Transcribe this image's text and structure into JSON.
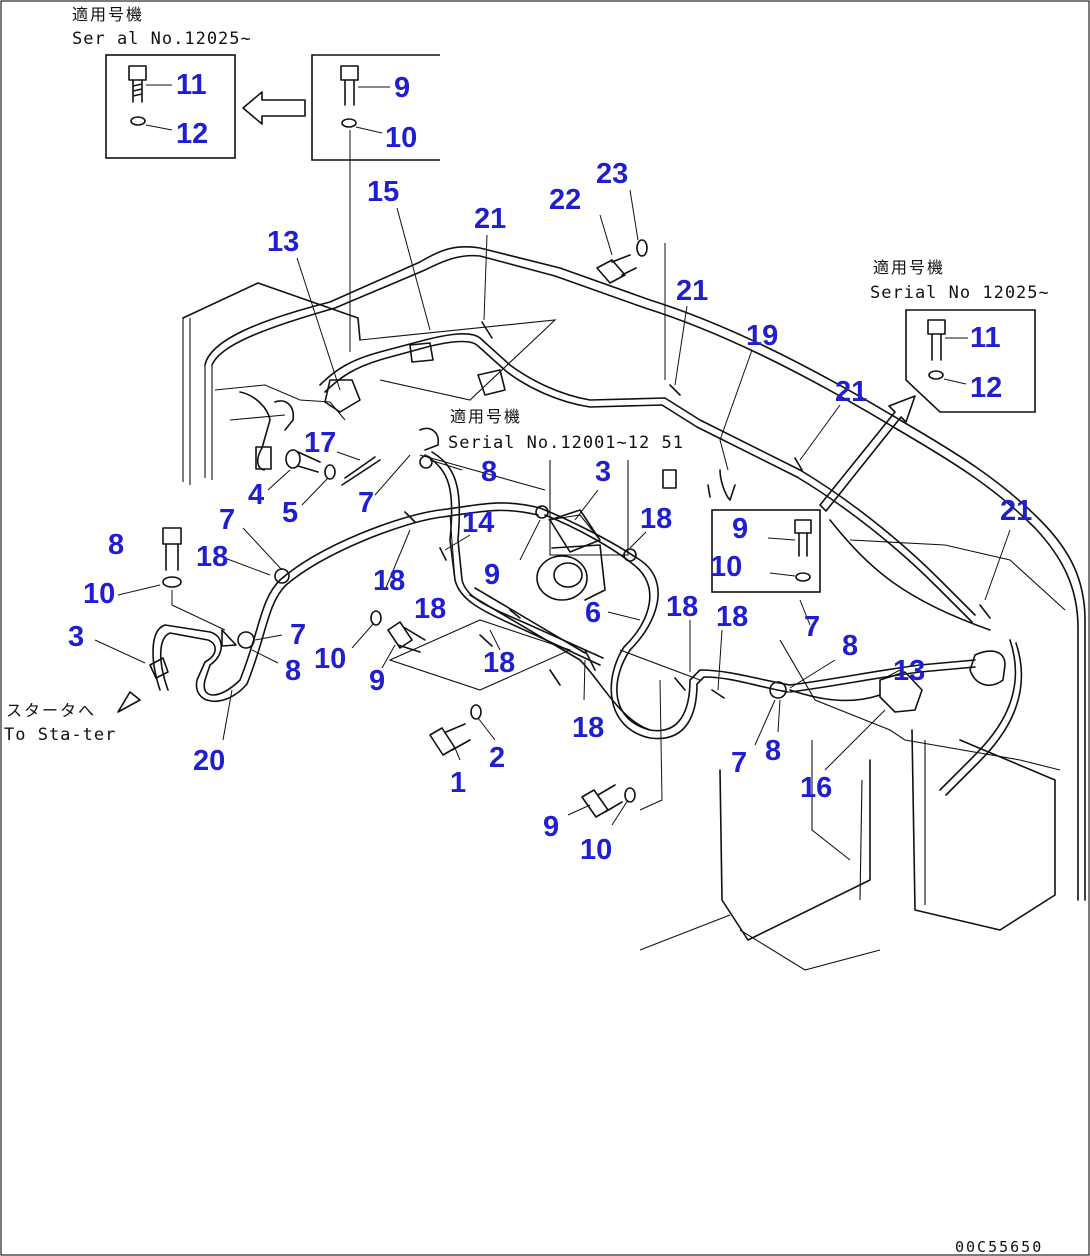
{
  "notes": {
    "top_left_jp": "適用号機",
    "top_left_serial": "Ser al No.12025~",
    "mid_jp": "適用号機",
    "mid_serial": "Serial No.12001~12 51",
    "right_jp": "適用号機",
    "right_serial": "Serial No 12025~",
    "starter_jp": "スタータへ",
    "starter_en": "To Sta-ter"
  },
  "drawing_code": "00C55650",
  "callouts": [
    {
      "id": "c-11a",
      "text": "11"
    },
    {
      "id": "c-12a",
      "text": "12"
    },
    {
      "id": "c-9a",
      "text": "9"
    },
    {
      "id": "c-10a",
      "text": "10"
    },
    {
      "id": "c-15",
      "text": "15"
    },
    {
      "id": "c-21a",
      "text": "21"
    },
    {
      "id": "c-22",
      "text": "22"
    },
    {
      "id": "c-23",
      "text": "23"
    },
    {
      "id": "c-13a",
      "text": "13"
    },
    {
      "id": "c-21b",
      "text": "21"
    },
    {
      "id": "c-19",
      "text": "19"
    },
    {
      "id": "c-11b",
      "text": "11"
    },
    {
      "id": "c-12b",
      "text": "12"
    },
    {
      "id": "c-21c",
      "text": "21"
    },
    {
      "id": "c-17",
      "text": "17"
    },
    {
      "id": "c-8a",
      "text": "8"
    },
    {
      "id": "c-4",
      "text": "4"
    },
    {
      "id": "c-5",
      "text": "5"
    },
    {
      "id": "c-7a",
      "text": "7"
    },
    {
      "id": "c-3a",
      "text": "3"
    },
    {
      "id": "c-7b",
      "text": "7"
    },
    {
      "id": "c-14",
      "text": "14"
    },
    {
      "id": "c-18a",
      "text": "18"
    },
    {
      "id": "c-9b",
      "text": "9"
    },
    {
      "id": "c-8b",
      "text": "8"
    },
    {
      "id": "c-18b",
      "text": "18"
    },
    {
      "id": "c-18c",
      "text": "18"
    },
    {
      "id": "c-9c",
      "text": "9"
    },
    {
      "id": "c-21d",
      "text": "21"
    },
    {
      "id": "c-10b",
      "text": "10"
    },
    {
      "id": "c-18d",
      "text": "18"
    },
    {
      "id": "c-6",
      "text": "6"
    },
    {
      "id": "c-10c",
      "text": "10"
    },
    {
      "id": "c-3b",
      "text": "3"
    },
    {
      "id": "c-7c",
      "text": "7"
    },
    {
      "id": "c-18e",
      "text": "18"
    },
    {
      "id": "c-18f",
      "text": "18"
    },
    {
      "id": "c-18g",
      "text": "18"
    },
    {
      "id": "c-7d",
      "text": "7"
    },
    {
      "id": "c-8c",
      "text": "8"
    },
    {
      "id": "c-10d",
      "text": "10"
    },
    {
      "id": "c-9d",
      "text": "9"
    },
    {
      "id": "c-18h",
      "text": "18"
    },
    {
      "id": "c-13b",
      "text": "13"
    },
    {
      "id": "c-8d",
      "text": "8"
    },
    {
      "id": "c-2",
      "text": "2"
    },
    {
      "id": "c-18i",
      "text": "18"
    },
    {
      "id": "c-7e",
      "text": "7"
    },
    {
      "id": "c-8e",
      "text": "8"
    },
    {
      "id": "c-20",
      "text": "20"
    },
    {
      "id": "c-1",
      "text": "1"
    },
    {
      "id": "c-16",
      "text": "16"
    },
    {
      "id": "c-9e",
      "text": "9"
    },
    {
      "id": "c-10e",
      "text": "10"
    }
  ]
}
